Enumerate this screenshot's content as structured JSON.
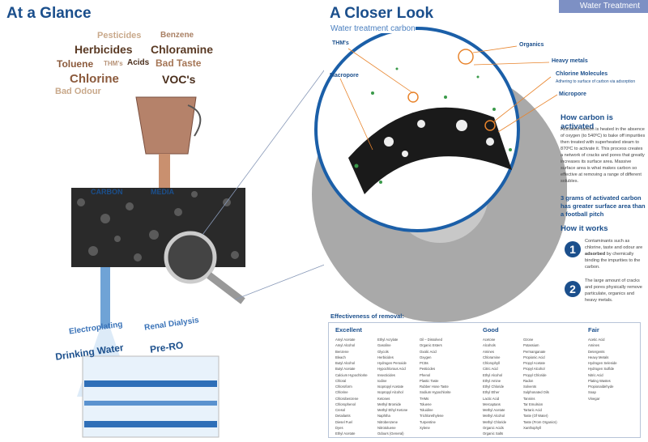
{
  "header": {
    "tab": "Water Treatment"
  },
  "left": {
    "title": "At a Glance",
    "words": [
      "Pesticides",
      "Herbicides",
      "Benzene",
      "Toluene",
      "THM's",
      "Acids",
      "Chloramine",
      "Chlorine",
      "Bad Taste",
      "Bad Odour",
      "VOC's"
    ],
    "carbon": "CARBON",
    "media": "MEDIA",
    "uses": [
      "Electroplating",
      "Renal Dialysis",
      "Drinking Water",
      "Pre-RO"
    ]
  },
  "middle": {
    "title": "A Closer Look",
    "subtitle": "Water treatment carbon",
    "labels": {
      "thms": "THM's",
      "macropore": "Macropore",
      "organics": "Organics",
      "heavy_metals": "Heavy metals",
      "chlorine": "Chlorine Molecules",
      "chlorine_sub": "Adhering to surface of carbon via adsorption",
      "micropore": "Micropore"
    }
  },
  "right": {
    "activated_title": "How carbon is activated",
    "activated_text": "Activated carbon is heated in the absence of oxygen (to 540ºC) to bake off impurities then treated with superheated steam to 870ºC to activate it. This process creates a network of cracks and pores that greatly increases its surface area. Massive surface area is what makes carbon so effective at removing a range of different solubles.",
    "fact": "3 grams of activated carbon has greater surface area than a football pitch",
    "how_title": "How it works",
    "steps": [
      {
        "n": "1",
        "pre": "Contaminants such as chlorine, taste and odour are ",
        "bold": "adsorbed",
        "post": " by chemically binding the impurities to the carbon."
      },
      {
        "n": "2",
        "pre": "The large amount of cracks and pores physically remove particulate, organics and heavy metals.",
        "bold": "",
        "post": ""
      }
    ]
  },
  "removal": {
    "title": "Effectiveness of removal:",
    "excellent": {
      "label": "Excellent",
      "cols": [
        [
          "Amyl Acetate",
          "Amyl Alcohol",
          "Benzene",
          "Bleach",
          "Butyl Alcohol",
          "Butyl Acetate",
          "Calcium Hypochlorite",
          "Chloral",
          "Chloroform",
          "Chlorine",
          "Chlorobenzene",
          "Chlorophenol",
          "Cresol",
          "Detailants",
          "Diesel Fuel",
          "Dyes",
          "Ethyl Acetate"
        ],
        [
          "Ethyl Acrylate",
          "Gasoline",
          "Glycols",
          "Herbicides",
          "Hydrogen Peroxide",
          "Hypochlorous Acid",
          "Insecticides",
          "Iodine",
          "Isopropyl Acetate",
          "Isopropyl Alcohol",
          "Ketones",
          "Methyl Bromide",
          "Methyl Ethyl Ketone",
          "Naphtha",
          "Nitrobenzene",
          "Nitrotoluene",
          "Odours (General)"
        ],
        [
          "Oil – Dissolved",
          "Organic Esters",
          "Oxalic Acid",
          "Oxygen",
          "PCBs",
          "Pesticides",
          "Phenol",
          "Plastic Taste",
          "Rubber Hose Taste",
          "Sodium Hypochlorite",
          "THMs",
          "Toluene",
          "Toluidine",
          "Trichlorethylene",
          "Turpentine",
          "Xylene"
        ]
      ]
    },
    "good": {
      "label": "Good",
      "cols": [
        [
          "Acetone",
          "Alcohols",
          "Amines",
          "Chloramine",
          "Chlorophyll",
          "Citric Acid",
          "Ethyl Alcohol",
          "Ethyl Amine",
          "Ethyl Chloride",
          "Ethyl Ether",
          "Lactic Acid",
          "Mercaptans",
          "Methyl Acetate",
          "Methyl Alcohol",
          "Methyl Chloride",
          "Organic Acids",
          "Organic Salts"
        ],
        [
          "Ozone",
          "Potassium",
          "Permanganate",
          "Propionic Acid",
          "Propyl Acetate",
          "Propyl Alcohol",
          "Propyl Chloride",
          "Radon",
          "Solvents",
          "Sulphonated Oils",
          "Tannins",
          "Tar Emulsion",
          "Tartaric Acid",
          "Taste (Of Water)",
          "Taste (From Organics)",
          "Xanthophyll"
        ]
      ]
    },
    "fair": {
      "label": "Fair",
      "cols": [
        [
          "Acetic Acid",
          "Amines",
          "Detergents",
          "Heavy Metals",
          "Hydrogen Selenide",
          "Hydrogen Sulfide",
          "Nitric Acid",
          "Plating Wastes",
          "Propionaldehyde",
          "Soap",
          "Vinegar"
        ]
      ]
    }
  }
}
